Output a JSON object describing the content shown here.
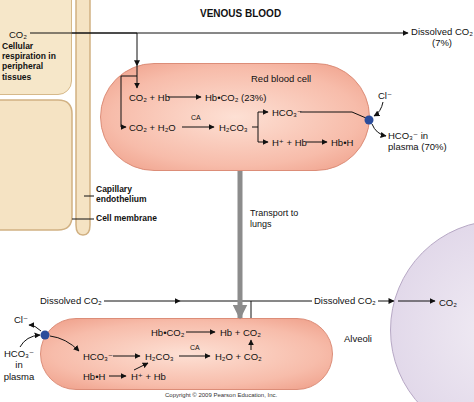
{
  "diagram": {
    "nodes": [
      {
        "text": [
          "CO₂",
          "Cellular respiration in peripheral tissues"
        ]
      },
      {
        "text": [
          "Red blood cell",
          "CO₂ + Hb",
          "Hb•CO₂ (23%)",
          "CO₂ + H₂O",
          "CA",
          "H₂CO₃",
          "HCO₃⁻",
          "H⁺ + Hb",
          "Hb•H"
        ]
      },
      {
        "text": [
          "Hb•CO₂",
          "Hb + CO₂",
          "HCO₃⁻",
          "H₂CO₃",
          "CA",
          "H₂O + CO₂",
          "Hb•H",
          "H⁺ + Hb"
        ]
      },
      {
        "text": [
          "CO₂",
          "Alveoli"
        ]
      }
    ],
    "edges": [
      {
        "from": 0,
        "to": 1,
        "arrow": "to"
      },
      {
        "from": 1,
        "to": 2,
        "label": "Transport to lungs",
        "arrow": "to"
      },
      {
        "from": 2,
        "to": 3,
        "label": "Dissolved CO₂",
        "arrow": "to"
      }
    ],
    "labels": [
      "VENOUS BLOOD",
      "Dissolved CO₂ (7%)",
      "Cl⁻",
      "HCO₃⁻ in plasma (70%)",
      "Capillary endothelium",
      "Cell membrane",
      "Dissolved CO₂",
      "Cl⁻",
      "HCO₃⁻ in plasma",
      "Copyright © 2009 Pearson Education, Inc."
    ]
  }
}
